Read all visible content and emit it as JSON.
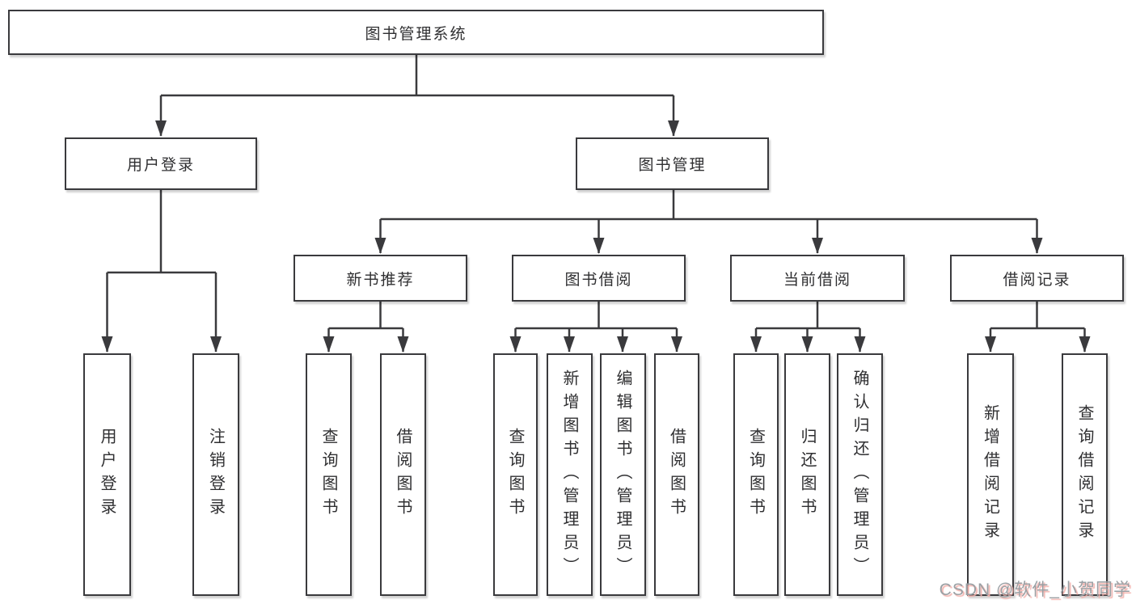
{
  "diagram": {
    "root": {
      "label": "图书管理系统"
    },
    "level2": {
      "user_login": {
        "label": "用户登录"
      },
      "book_mgmt": {
        "label": "图书管理"
      }
    },
    "level3": {
      "new_book": {
        "label": "新书推荐"
      },
      "borrow": {
        "label": "图书借阅"
      },
      "current": {
        "label": "当前借阅"
      },
      "records": {
        "label": "借阅记录"
      }
    },
    "leaves": {
      "user_login": [
        "用户登录",
        "注销登录"
      ],
      "new_book": [
        "查询图书",
        "借阅图书"
      ],
      "borrow": [
        "查询图书",
        "新增图书（管理员）",
        "编辑图书（管理员）",
        "借阅图书"
      ],
      "current": [
        "查询图书",
        "归还图书",
        "确认归还（管理员）"
      ],
      "records": [
        "新增借阅记录",
        "查询借阅记录"
      ]
    }
  },
  "watermark": {
    "text": "CSDN @软件_小贺同学"
  },
  "colors": {
    "line": "#3a3a3d",
    "text": "#2f2f31",
    "watermark_gray": "#9aa0a4",
    "watermark_pink": "#f2b1ac"
  }
}
